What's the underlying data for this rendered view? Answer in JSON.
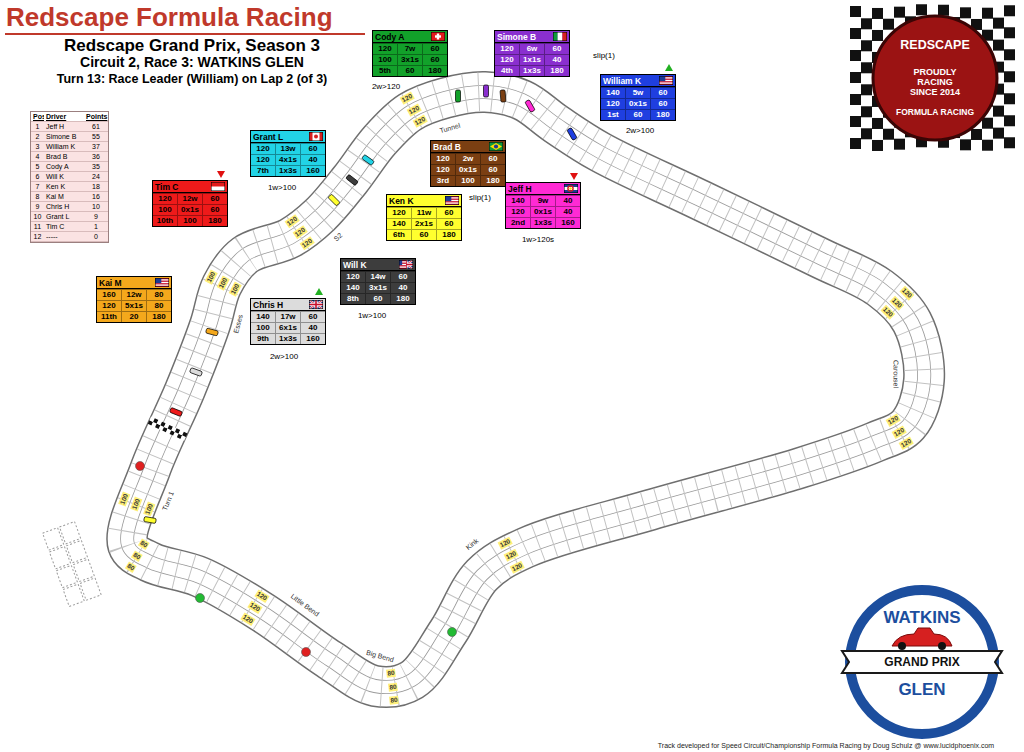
{
  "diagram": {
    "title": "Redscape Formula Racing",
    "nodes": [
      {
        "text": [
          "Cody A",
          "120",
          "7w",
          "60",
          "100",
          "3x1s",
          "60",
          "5th",
          "60",
          "180"
        ]
      },
      {
        "text": [
          "Simone B",
          "120",
          "6w",
          "60",
          "120",
          "1x1s",
          "40",
          "4th",
          "1x3s",
          "180"
        ]
      },
      {
        "text": [
          "REDSCAPE",
          "PROUDLY RACING SINCE 2014",
          "FORMULA RACING"
        ]
      },
      {
        "text": [
          "William K",
          "140",
          "5w",
          "60",
          "120",
          "0x1s",
          "60",
          "1st",
          "60",
          "180"
        ]
      },
      {
        "text": [
          "Pos.",
          "Driver",
          "Points",
          "1",
          "Jeff H",
          "61",
          "2",
          "Simone B",
          "55",
          "3",
          "William K",
          "37",
          "4",
          "Brad B",
          "36",
          "5",
          "Cody A",
          "35",
          "6",
          "Will K",
          "24",
          "7",
          "Ken K",
          "18",
          "8",
          "Kai M",
          "16",
          "9",
          "Chris H",
          "10",
          "10",
          "Grant L",
          "9",
          "11",
          "Tim C",
          "1",
          "12",
          "-----",
          "0"
        ]
      },
      {
        "text": [
          "Grant L",
          "120",
          "13w",
          "60",
          "120",
          "4x1s",
          "40",
          "7th",
          "1x3s",
          "160"
        ]
      },
      {
        "text": [
          "Brad B",
          "120",
          "2w",
          "60",
          "120",
          "0x1s",
          "60",
          "3rd",
          "100",
          "180"
        ]
      },
      {
        "text": [
          "Jeff H",
          "140",
          "9w",
          "40",
          "120",
          "0x1s",
          "40",
          "2nd",
          "1x3s",
          "160"
        ]
      },
      {
        "text": [
          "Tim C",
          "120",
          "12w",
          "60",
          "100",
          "0x1s",
          "60",
          "10th",
          "100",
          "180"
        ]
      },
      {
        "text": [
          "Ken K",
          "120",
          "11w",
          "60",
          "140",
          "2x1s",
          "60",
          "6th",
          "60",
          "180"
        ]
      },
      {
        "text": [
          "Will K",
          "120",
          "14w",
          "60",
          "140",
          "3x1s",
          "40",
          "8th",
          "60",
          "180"
        ]
      },
      {
        "text": [
          "Kai M",
          "160",
          "12w",
          "80",
          "120",
          "5x1s",
          "80",
          "11th",
          "20",
          "180"
        ]
      },
      {
        "text": [
          "Chris H",
          "140",
          "17w",
          "60",
          "100",
          "6x1s",
          "40",
          "9th",
          "1x3s",
          "160"
        ]
      },
      {
        "text": [
          "WATKINS",
          "GRAND PRIX",
          "GLEN"
        ]
      }
    ],
    "labels": [
      "Redscape Grand Prix, Season 3",
      "Circuit 2, Race 3: WATKINS GLEN",
      "Turn 13: Race Leader (William) on Lap 2 (of 3)",
      "2w>120",
      "slip(1)",
      "2w>100",
      "1w>100",
      "slip(1)",
      "1w>120s",
      "1w>100",
      "2w>100",
      "Tunnel",
      "S2",
      "Esses",
      "Carousel",
      "Kink",
      "Big Bend",
      "Little Bend",
      "Turn 1",
      "120",
      "120",
      "120",
      "120",
      "120",
      "120",
      "100",
      "100",
      "100",
      "120",
      "120",
      "120",
      "120",
      "120",
      "120",
      "120",
      "120",
      "120",
      "80",
      "80",
      "80",
      "120",
      "120",
      "120",
      "80",
      "80",
      "80",
      "100",
      "100",
      "100",
      "Track developed for Speed Circuit/Championship Formula Racing by Doug Schulz @ www.lucidphoenix.com"
    ]
  }
}
